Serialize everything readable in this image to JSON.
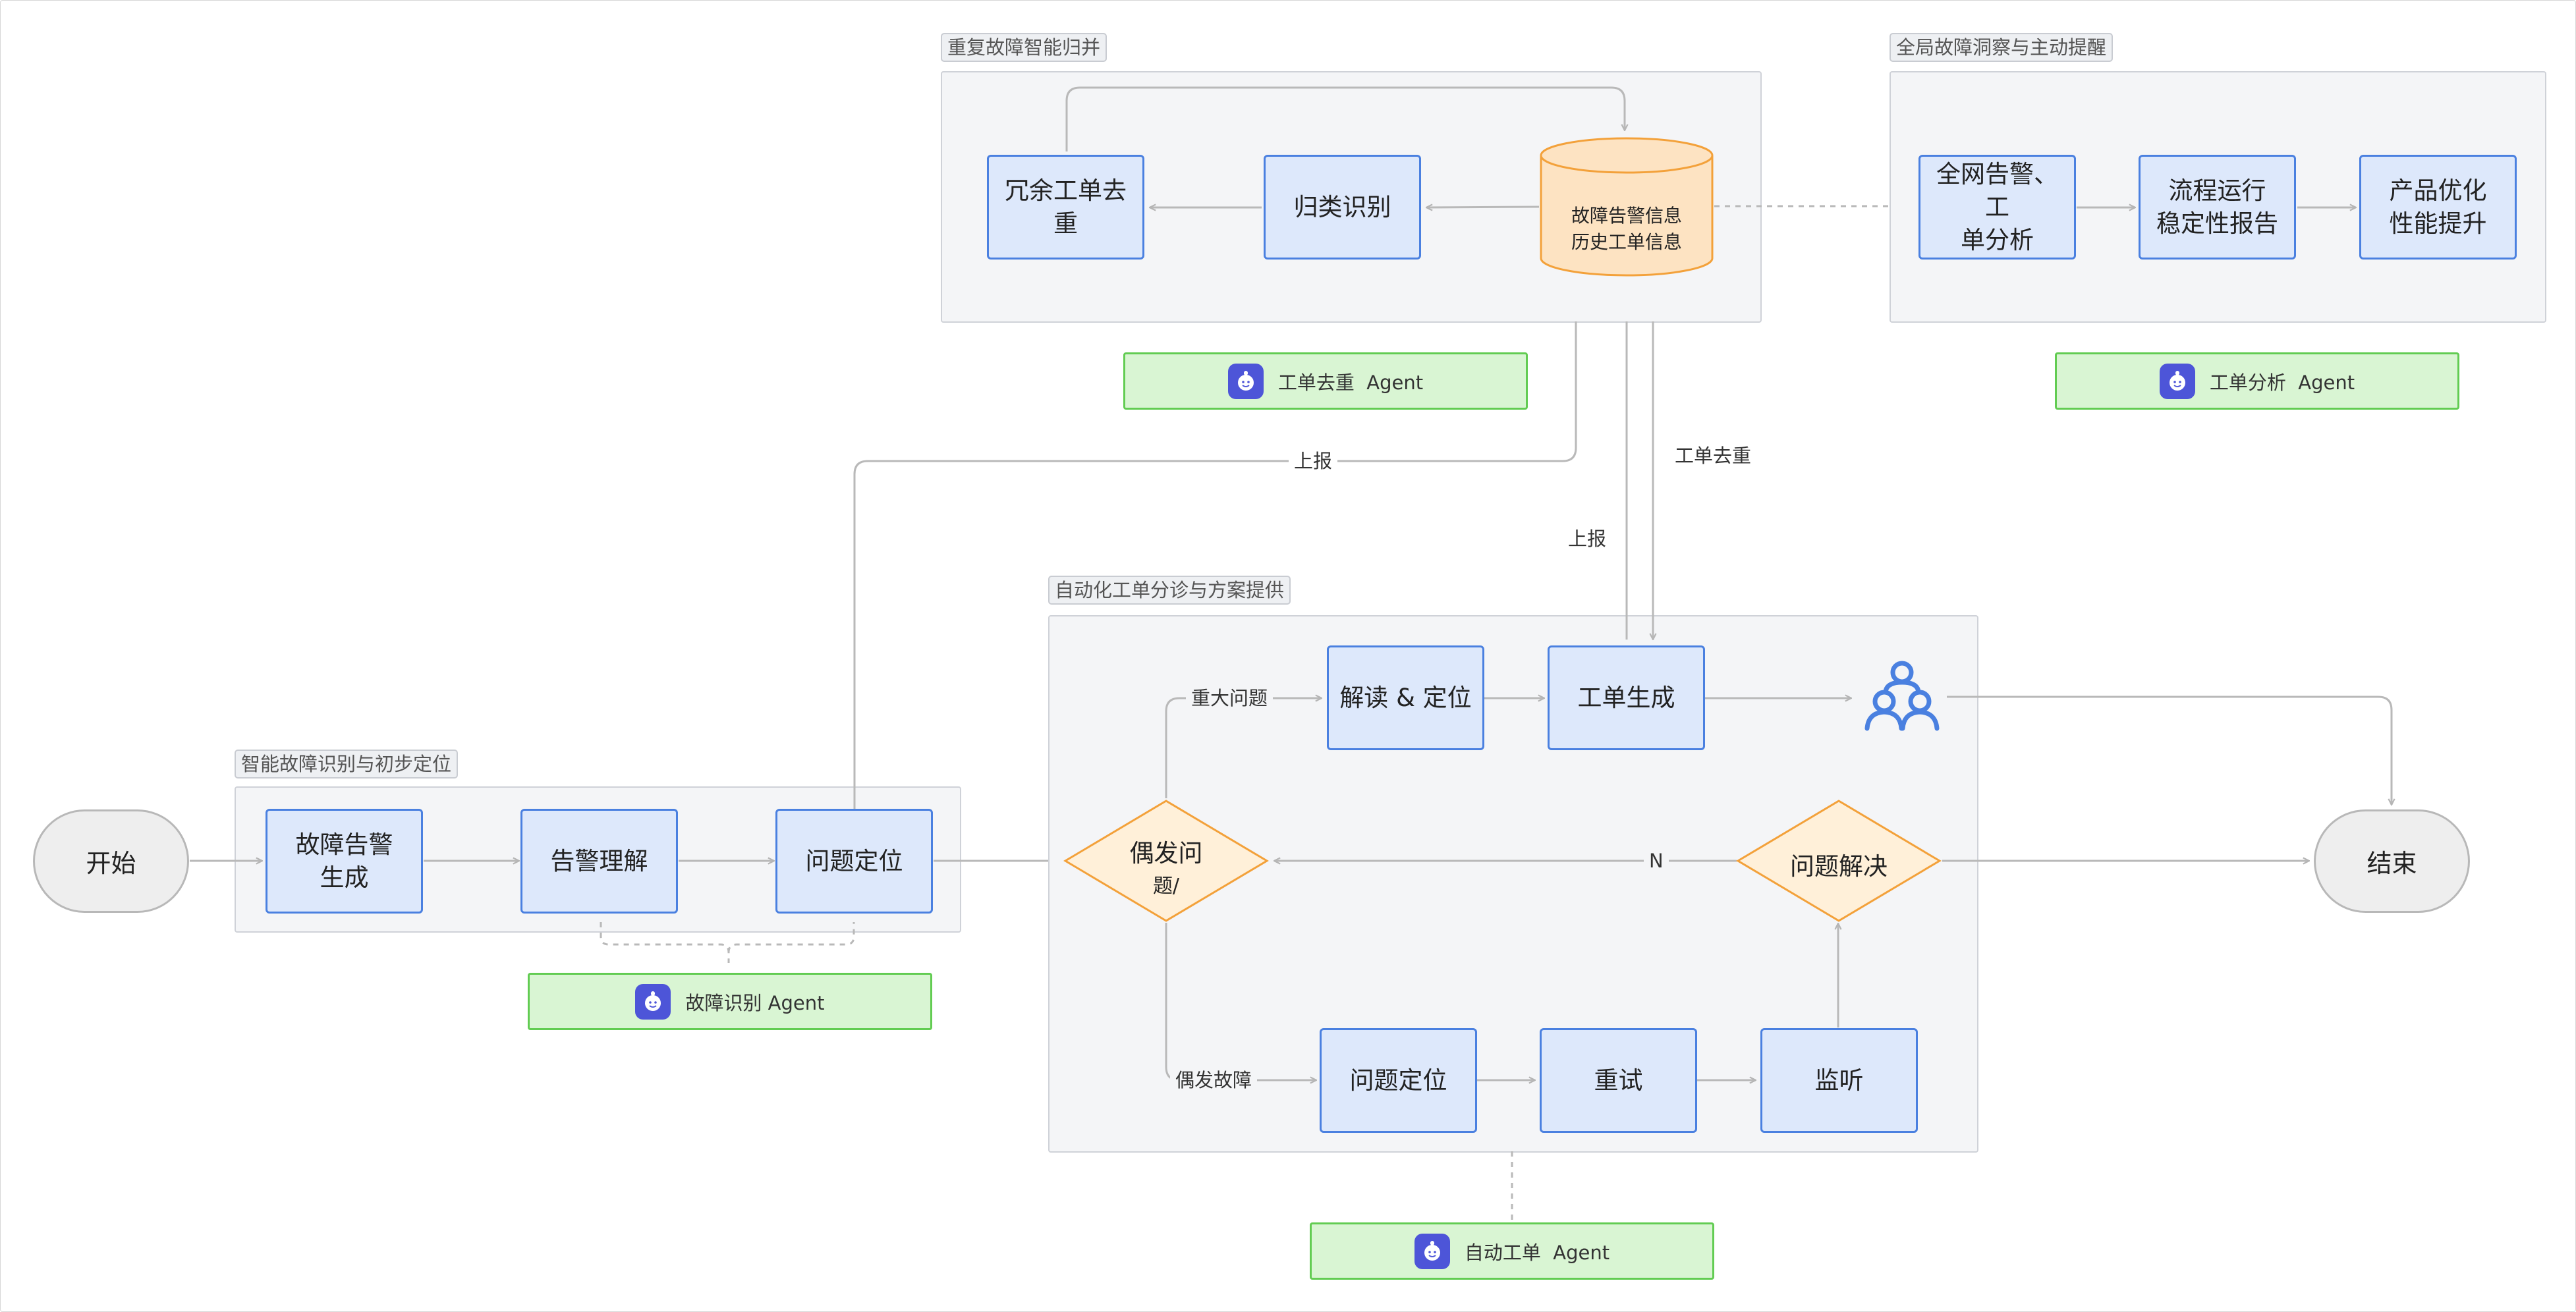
{
  "groups": {
    "merge": "重复故障智能归并",
    "insight": "全局故障洞察与主动提醒",
    "auto": "自动化工单分诊与方案提供",
    "recog": "智能故障识别与初步定位"
  },
  "nodes": {
    "start": "开始",
    "end": "结束",
    "alarm_gen": "故障告警\n生成",
    "alarm_understand": "告警理解",
    "locate1": "问题定位",
    "redundant": "冗余工单去重",
    "classify": "归类识别",
    "db_line1": "故障告警信息",
    "db_line2": "历史工单信息",
    "global_alarm": "全网告警、工\n单分析",
    "process_report": "流程运行\n稳定性报告",
    "product_opt": "产品优化\n性能提升",
    "interpret": "解读 & 定位",
    "ticket_gen": "工单生成",
    "sporadic_line1": "偶发问",
    "sporadic_line2": "题/",
    "resolved": "问题解决",
    "locate2": "问题定位",
    "retry": "重试",
    "monitor": "监听"
  },
  "edge_labels": {
    "report_1": "上报",
    "report_2": "上报",
    "dedup": "工单去重",
    "major": "重大问题",
    "no": "N",
    "sporadic_fault": "偶发故障"
  },
  "agents": {
    "dedup_agent": "工单去重  Agent",
    "analysis_agent": "工单分析  Agent",
    "recog_agent": "故障识别 Agent",
    "auto_agent": "自动工单  Agent"
  },
  "icons": {
    "agent": "robot-face-icon",
    "people": "people-group-icon"
  },
  "colors": {
    "node_fill": "#dde8fb",
    "node_border": "#4a80e0",
    "db_fill": "#fde3c2",
    "db_border": "#f3a13a",
    "agent_fill": "#d9f5d3",
    "agent_border": "#62cc52",
    "edge": "#b7b7b7"
  }
}
